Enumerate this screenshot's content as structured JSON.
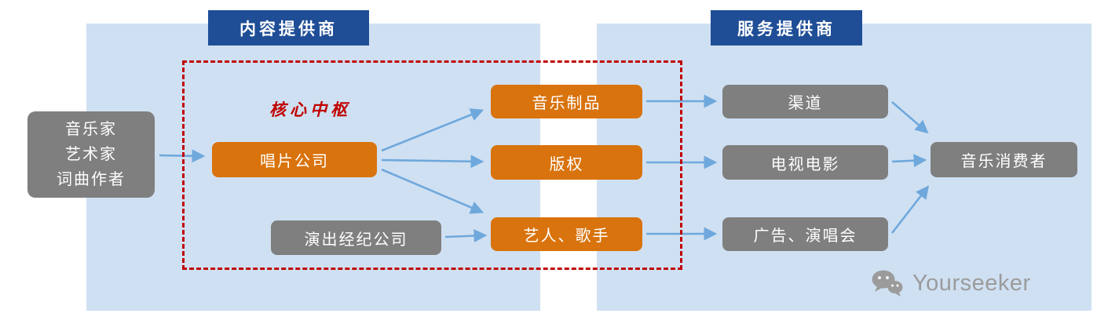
{
  "headers": {
    "content_provider": "内容提供商",
    "service_provider": "服务提供商"
  },
  "core_hub": {
    "label": "核心中枢"
  },
  "nodes": {
    "creators_lines": [
      "音乐家",
      "艺术家",
      "词曲作者"
    ],
    "record_company": "唱片公司",
    "performance_agency": "演出经纪公司",
    "music_products": "音乐制品",
    "copyright": "版权",
    "artists_singers": "艺人、歌手",
    "channels": "渠道",
    "tv_film": "电视电影",
    "ads_concerts": "广告、演唱会",
    "music_consumers": "音乐消费者"
  },
  "edges": [
    {
      "from": "creators",
      "to": "record_company"
    },
    {
      "from": "record_company",
      "to": "music_products"
    },
    {
      "from": "record_company",
      "to": "copyright"
    },
    {
      "from": "record_company",
      "to": "artists_singers"
    },
    {
      "from": "performance_agency",
      "to": "artists_singers"
    },
    {
      "from": "music_products",
      "to": "channels"
    },
    {
      "from": "copyright",
      "to": "tv_film"
    },
    {
      "from": "artists_singers",
      "to": "ads_concerts"
    },
    {
      "from": "channels",
      "to": "music_consumers"
    },
    {
      "from": "tv_film",
      "to": "music_consumers"
    },
    {
      "from": "ads_concerts",
      "to": "music_consumers"
    }
  ],
  "watermark": {
    "icon": "wechat-icon",
    "brand": "Yourseeker"
  },
  "colors": {
    "panel_blue": "#cfe0f2",
    "header_blue": "#1f4e97",
    "node_orange": "#d9730d",
    "node_gray": "#7f7f7f",
    "frame_red": "#c00000",
    "arrow_blue": "#6fa8dc",
    "watermark_gray": "#9b9b9b"
  }
}
